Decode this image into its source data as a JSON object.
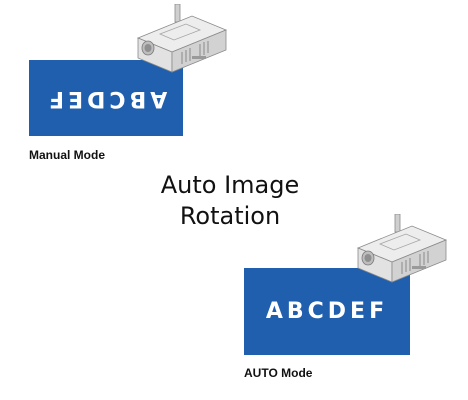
{
  "title": {
    "line1": "Auto Image",
    "line2": "Rotation"
  },
  "panels": [
    {
      "mode_label": "Manual Mode",
      "screen_text": "ABCDEF",
      "orientation": "upside-down",
      "screen_color": "#1f5fae"
    },
    {
      "mode_label": "AUTO Mode",
      "screen_text": "ABCDEF",
      "orientation": "upright",
      "screen_color": "#1f5fae"
    }
  ],
  "icons": {
    "projector": "ceiling-mounted-projector-icon"
  }
}
